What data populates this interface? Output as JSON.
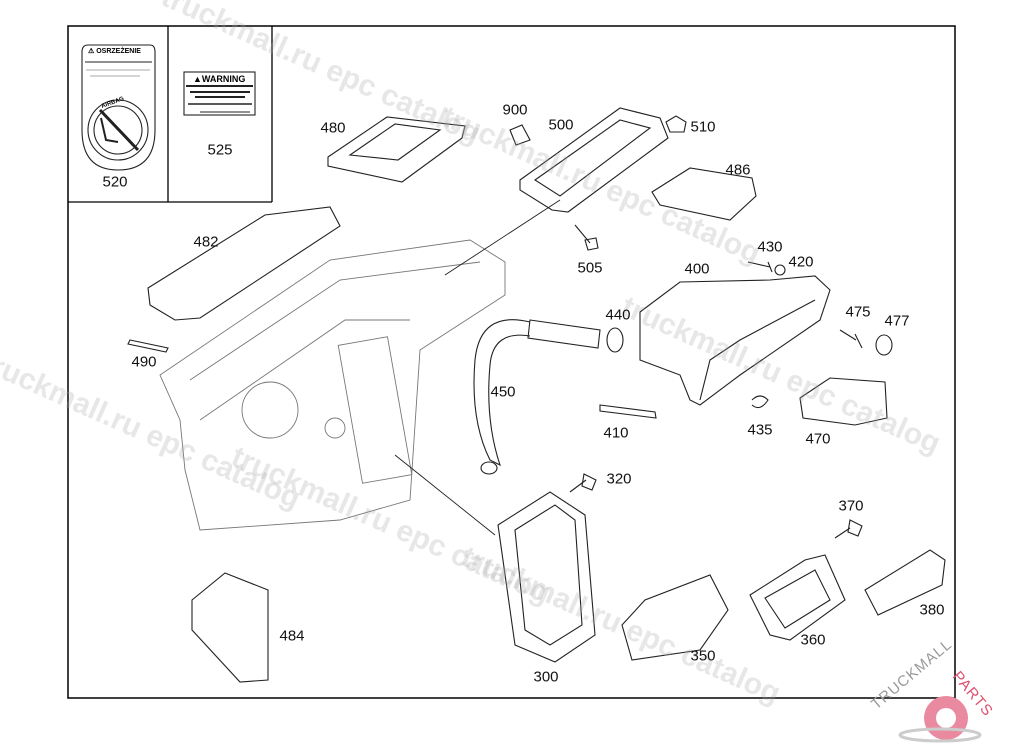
{
  "diagram": {
    "insets": {
      "sticker_520": {
        "heading": "⚠ OSRZEŻENIE",
        "badge": "AIRBAG"
      },
      "sticker_525": {
        "heading": "▲WARNING"
      }
    },
    "part_labels": [
      "520",
      "525",
      "480",
      "900",
      "500",
      "510",
      "486",
      "482",
      "505",
      "430",
      "420",
      "400",
      "475",
      "477",
      "440",
      "490",
      "450",
      "410",
      "435",
      "470",
      "320",
      "370",
      "300",
      "350",
      "360",
      "380",
      "484"
    ]
  },
  "watermark": {
    "text": "truckmall.ru epc catalog"
  },
  "logo": {
    "text_left": "TRUCKMALL",
    "text_right": "PARTS",
    "accent_color": "#e0506e",
    "gray_color": "#9a9a9a"
  }
}
